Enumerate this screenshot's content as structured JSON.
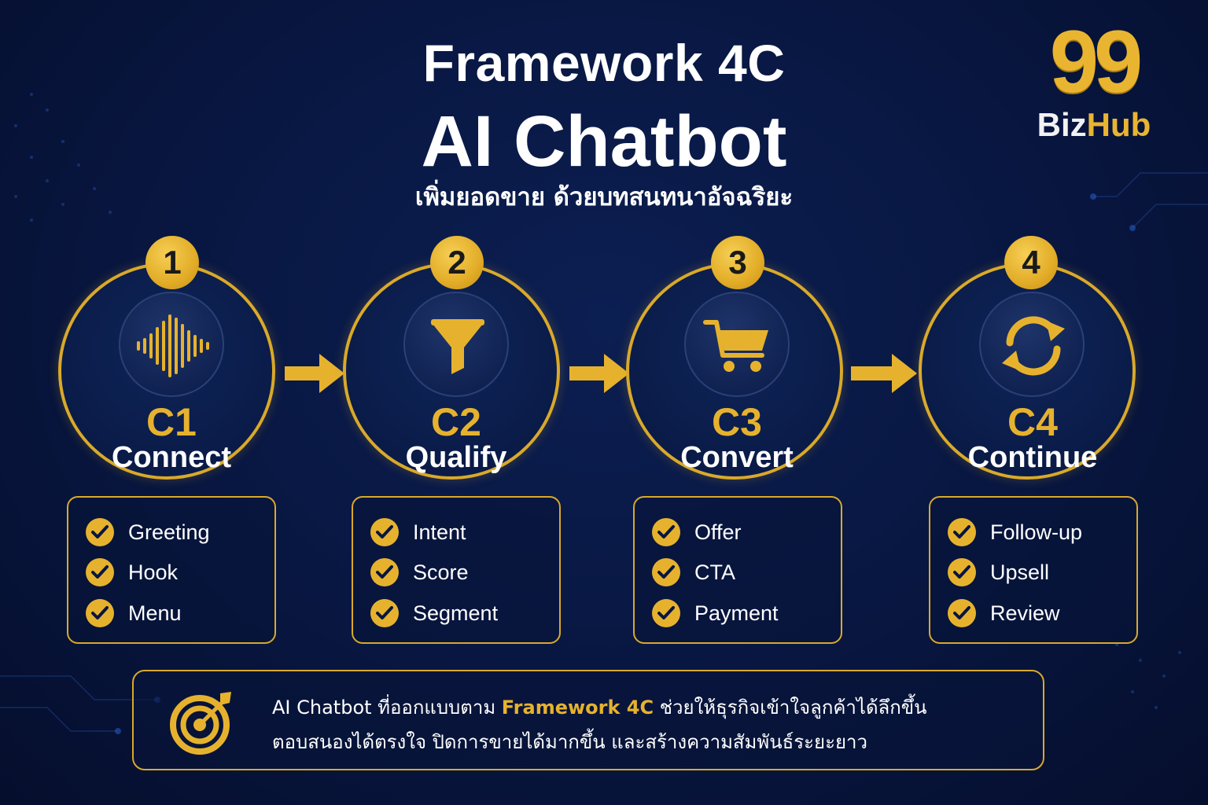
{
  "title_line1": "Framework 4C",
  "title_line2": "AI Chatbot",
  "subtitle": "เพิ่มยอดขาย ด้วยบทสนทนาอัจฉริยะ",
  "logo": {
    "number": "99",
    "biz": "Biz",
    "hub": "Hub"
  },
  "stages": [
    {
      "badge": "1",
      "code": "C1",
      "name": "Connect",
      "icon": "sound-wave-icon",
      "items": [
        "Greeting",
        "Hook",
        "Menu"
      ]
    },
    {
      "badge": "2",
      "code": "C2",
      "name": "Qualify",
      "icon": "funnel-icon",
      "items": [
        "Intent",
        "Score",
        "Segment"
      ]
    },
    {
      "badge": "3",
      "code": "C3",
      "name": "Convert",
      "icon": "shopping-cart-icon",
      "items": [
        "Offer",
        "CTA",
        "Payment"
      ]
    },
    {
      "badge": "4",
      "code": "C4",
      "name": "Continue",
      "icon": "refresh-cycle-icon",
      "items": [
        "Follow-up",
        "Upsell",
        "Review"
      ]
    }
  ],
  "summary": {
    "icon": "target-icon",
    "line1_a": "AI Chatbot ที่ออกแบบตาม ",
    "line1_highlight": "Framework 4C",
    "line1_b": " ช่วยให้ธุรกิจเข้าใจลูกค้าได้ลึกขึ้น",
    "line2": "ตอบสนองได้ตรงใจ ปิดการขายได้มากขึ้น และสร้างความสัมพันธ์ระยะยาว"
  },
  "colors": {
    "gold": "#e6b22e",
    "navy": "#081640",
    "white": "#ffffff"
  }
}
